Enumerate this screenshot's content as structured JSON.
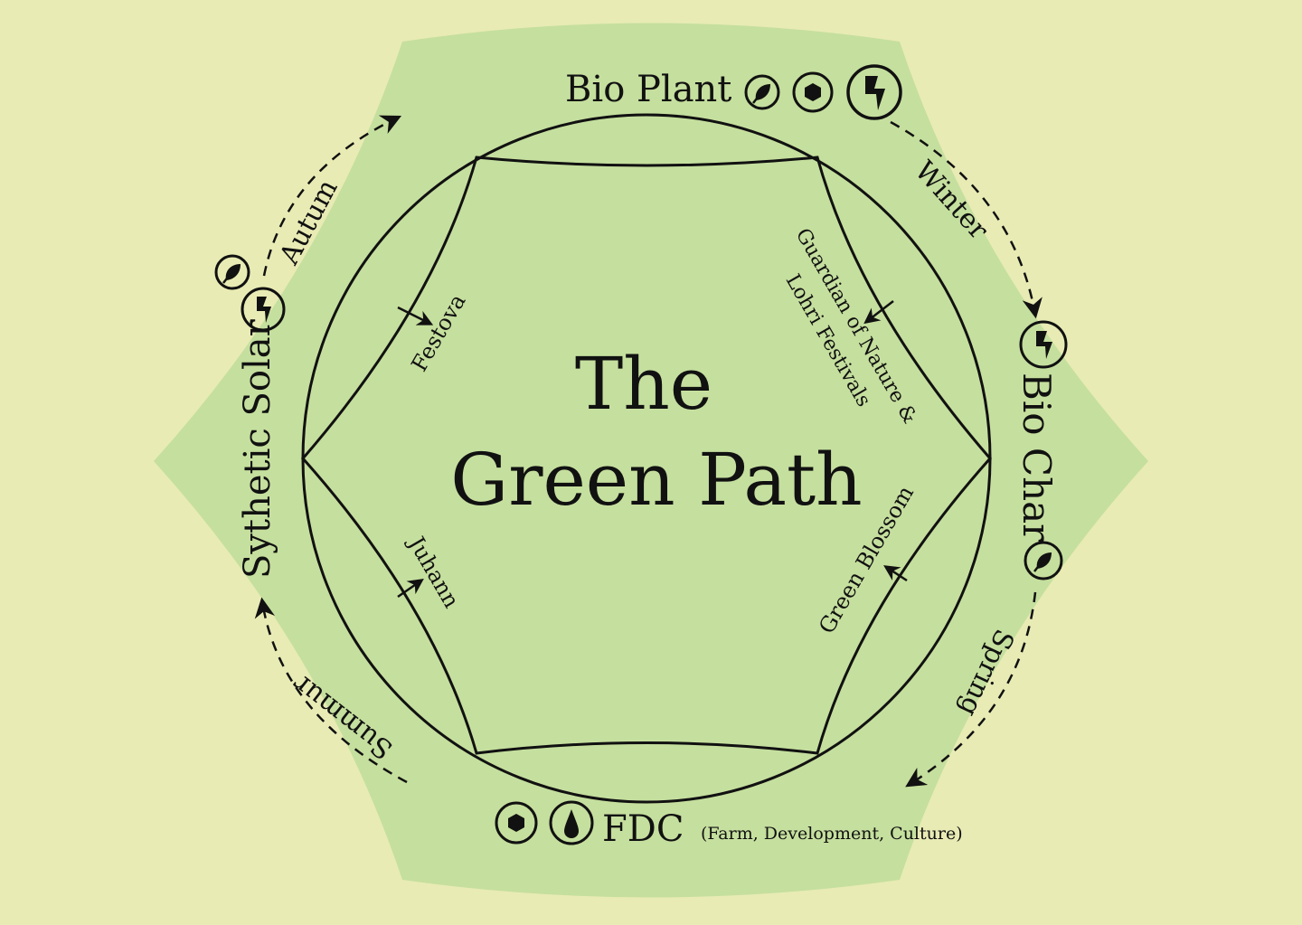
{
  "colors": {
    "background": "#e8ebb4",
    "hexagon_fill": "#c5df9e",
    "ink": "#111111"
  },
  "title": {
    "line1": "The",
    "line2": "Green Path"
  },
  "nodes": {
    "bio_plant": {
      "label": "Bio Plant",
      "icons": [
        "leaf-icon",
        "hexagon-icon",
        "lightning-icon"
      ]
    },
    "bio_char": {
      "label": "Bio Char",
      "icons": [
        "lightning-icon",
        "leaf-icon"
      ]
    },
    "fdc": {
      "label": "FDC",
      "sublabel": "(Farm, Development, Culture)",
      "icons": [
        "hexagon-icon",
        "drop-icon"
      ]
    },
    "synthetic_solar": {
      "label": "Sythetic Solar",
      "icons": [
        "leaf-icon",
        "lightning-icon"
      ]
    }
  },
  "seasons": {
    "winter": "Winter",
    "spring": "Spring",
    "summer": "Summur",
    "autumn": "Autum"
  },
  "festivals": {
    "festova": "Festova",
    "guardian_line1": "Guardian of Nature &",
    "guardian_line2": "Lohri Festivals",
    "green_blossom": "Green Blossom",
    "juhann": "Juhann"
  }
}
